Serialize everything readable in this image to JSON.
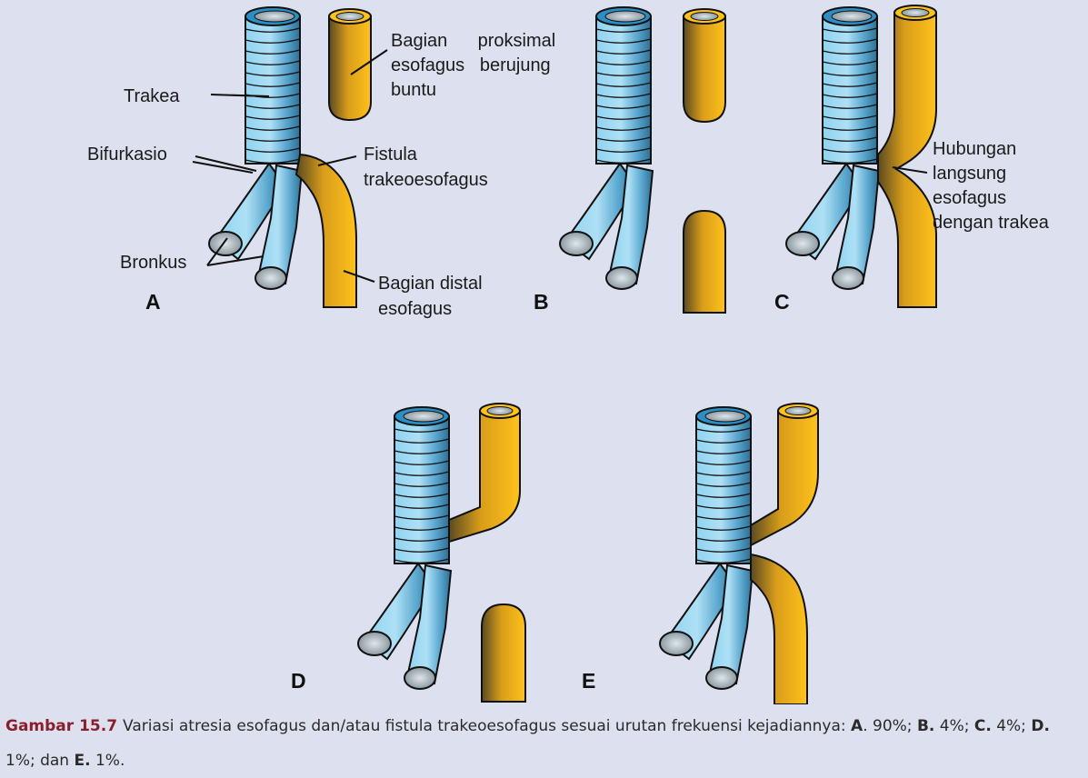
{
  "diagram": {
    "labels": {
      "trakea": "Trakea",
      "bifurkasio": "Bifurkasio",
      "bronkus": "Bronkus",
      "proximal_line1": "Bagian      proksimal",
      "proximal_line2": "esofagus   berujung",
      "proximal_line3": "buntu",
      "fistula_line1": "Fistula",
      "fistula_line2": "trakeoesofagus",
      "distal_line1": "Bagian distal",
      "distal_line2": "esofagus",
      "hubungan_line1": "Hubungan",
      "hubungan_line2": "langsung",
      "hubungan_line3": "esofagus",
      "hubungan_line4": "dengan trakea"
    },
    "panels": {
      "a": "A",
      "b": "B",
      "c": "C",
      "d": "D",
      "e": "E"
    },
    "colors": {
      "trachea_light": "#9fd9f2",
      "trachea_dark": "#3d8fb9",
      "esophagus_light": "#ffc21a",
      "esophagus_dark": "#5a4a22",
      "background": "#dde1ef"
    }
  },
  "caption": {
    "figure_label": "Gambar 15.7",
    "text_main": "Variasi atresia esofagus dan/atau fistula trakeoesofagus sesuai urutan frekuensi kejadiannya: ",
    "a_label": "A",
    "a_value": ". 90%; ",
    "b_label": "B.",
    "b_value": " 4%; ",
    "c_label": "C.",
    "c_value": " 4%; ",
    "d_label": "D.",
    "d_value": " 1%; dan ",
    "e_label": "E.",
    "e_value": " 1%."
  }
}
